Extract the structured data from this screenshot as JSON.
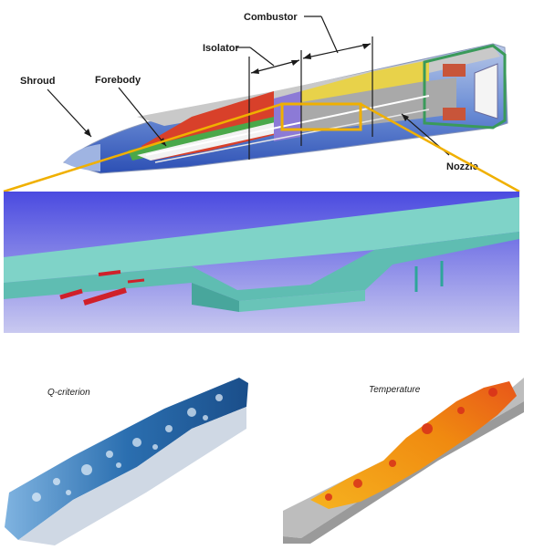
{
  "diagram": {
    "labels": {
      "combustor": "Combustor",
      "isolator": "Isolator",
      "shroud": "Shroud",
      "forebody": "Forebody",
      "nozzle": "Nozzle"
    },
    "panels": {
      "q_criterion": "Q-criterion",
      "temperature": "Temperature"
    },
    "colors": {
      "highlight": "#f0b000",
      "cfd_background": "#6a6ad8",
      "cfd_geometry": "#7fd3c8",
      "injector_red": "#d0202a",
      "q_blue": "#3a86c8",
      "temp_orange": "#f0a020"
    }
  }
}
